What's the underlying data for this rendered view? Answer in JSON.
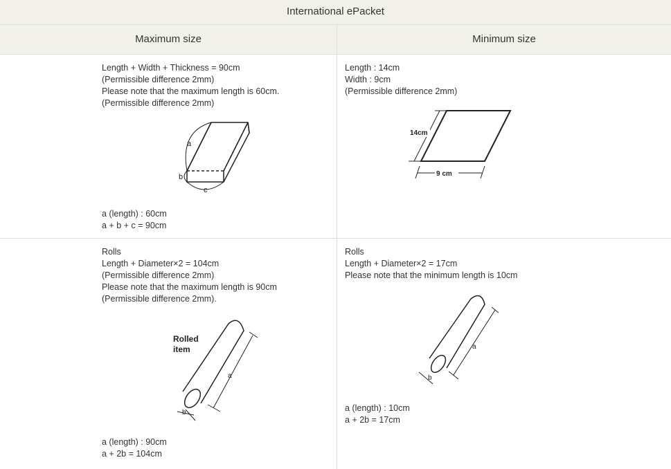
{
  "title": "International ePacket",
  "columns": [
    "Maximum size",
    "Minimum size"
  ],
  "max_flat": {
    "lines": [
      "Length + Width + Thickness = 90cm",
      "(Permissible difference 2mm)",
      "Please note that the maximum length is 60cm.",
      "(Permissible difference 2mm)"
    ],
    "labels": {
      "a": "a",
      "b": "b",
      "c": "c"
    },
    "notes": [
      "a (length) : 60cm",
      "a + b + c = 90cm"
    ]
  },
  "min_flat": {
    "lines": [
      "Length : 14cm",
      "Width : 9cm",
      "(Permissible difference 2mm)"
    ],
    "labels": {
      "length": "14cm",
      "width": "9 cm"
    }
  },
  "max_roll": {
    "lines": [
      "Rolls",
      "Length + Diameter×2 = 104cm",
      "(Permissible difference 2mm)",
      "Please note that the maximum length is 90cm",
      "(Permissible difference 2mm)."
    ],
    "labels": {
      "item1": "Rolled",
      "item2": "item",
      "a": "a",
      "b": "b"
    },
    "notes": [
      "a (length) : 90cm",
      "a + 2b = 104cm"
    ]
  },
  "min_roll": {
    "lines": [
      "Rolls",
      "Length + Diameter×2 = 17cm",
      "Please note that the minimum length is 10cm"
    ],
    "labels": {
      "a": "a",
      "b": "b"
    },
    "notes": [
      "a (length) : 10cm",
      "a + 2b = 17cm"
    ]
  }
}
